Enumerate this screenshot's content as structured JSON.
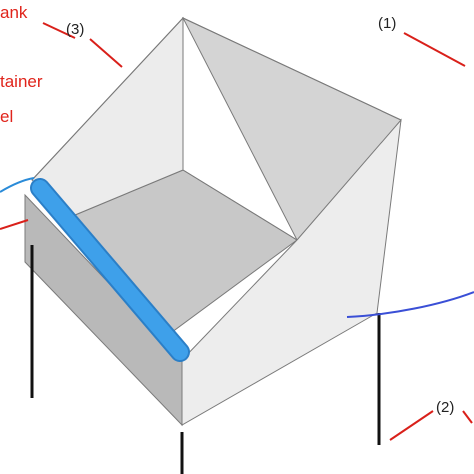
{
  "labels": {
    "tank": "ank",
    "container": "tainer",
    "panel": "el",
    "part1": "(1)",
    "part2": "(2)",
    "part3": "(3)"
  },
  "colors": {
    "label_red": "#e0241b",
    "label_dark": "#222222",
    "leader_red": "#d9201a",
    "pipe_blue": "#3a4fd6",
    "inlet_blue": "#2a8bd8",
    "tube_blue": "#3ea0ea",
    "tube_outline": "#2b7fc7",
    "leg_black": "#111111",
    "edge_gray": "#7a7a7a",
    "face_back": "#d4d4d4",
    "face_floor": "#c8c8c8",
    "face_inner": "#ececec",
    "face_front": "#b9b9b9",
    "face_side": "#ededed"
  }
}
